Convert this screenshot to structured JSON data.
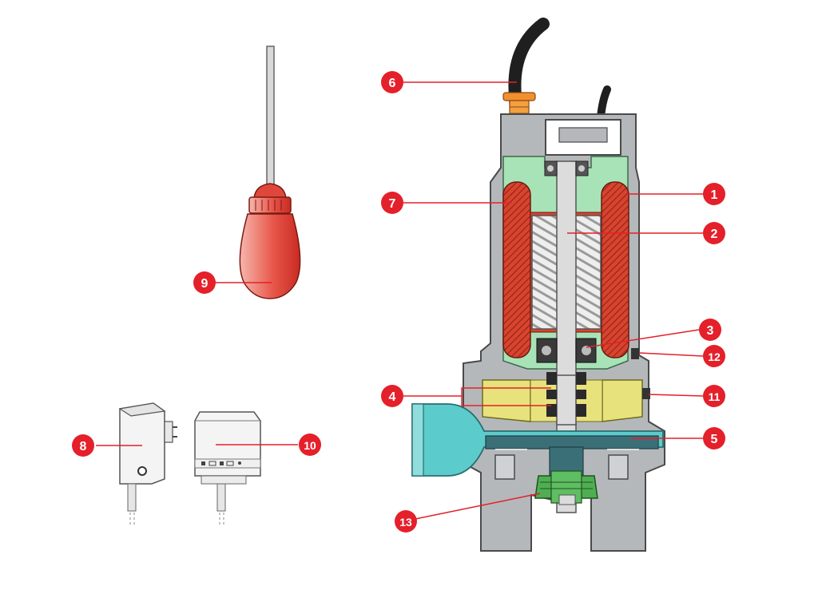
{
  "colors": {
    "badge": "#e4202a",
    "casing": "#a9acae",
    "motor_green": "#a8e3b8",
    "winding_red": "#d8422d",
    "oil_yellow": "#e8e27c",
    "volute_cyan": "#5ccbcb",
    "seal_green": "#4fae52",
    "cable": "#222222",
    "cable_gland": "#f08a2a"
  },
  "callouts": [
    {
      "id": "1",
      "label": "1"
    },
    {
      "id": "2",
      "label": "2"
    },
    {
      "id": "3",
      "label": "3"
    },
    {
      "id": "4",
      "label": "4"
    },
    {
      "id": "5",
      "label": "5"
    },
    {
      "id": "6",
      "label": "6"
    },
    {
      "id": "7",
      "label": "7"
    },
    {
      "id": "8",
      "label": "8"
    },
    {
      "id": "9",
      "label": "9"
    },
    {
      "id": "10",
      "label": "10"
    },
    {
      "id": "11",
      "label": "11"
    },
    {
      "id": "12",
      "label": "12"
    },
    {
      "id": "13",
      "label": "13"
    }
  ]
}
